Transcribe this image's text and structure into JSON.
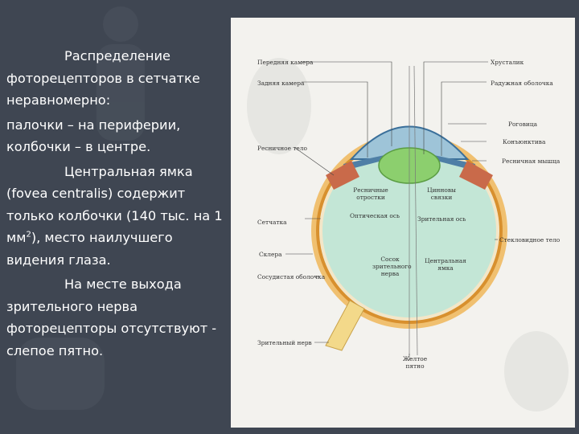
{
  "text": {
    "p1_indent": "Распределение",
    "p1_rest": "фоторецепторов в сетчатке неравномерно:",
    "p2": "палочки – на периферии, колбочки – в центре.",
    "p3_indent": "Центральная ямка",
    "p3_a": "(fovea centralis) содержит только колбочки (140 тыс. на 1 мм",
    "p3_sup": "2",
    "p3_b": "), место наилучшего видения глаза.",
    "p4_indent": "На месте выхода",
    "p4_rest": "зрительного нерва фоторецепторы отсутствуют - слепое пятно."
  },
  "figure": {
    "labels": {
      "anterior_chamber": "Передняя камера",
      "posterior_chamber": "Задняя камера",
      "lens": "Хрусталик",
      "iris": "Радужная оболочка",
      "cornea": "Роговица",
      "conjunctiva": "Конъюнктива",
      "ciliary_body": "Ресничное тело",
      "ciliary_muscle": "Ресничная мышца",
      "ciliary_processes": "Ресничные отростки",
      "zonule": "Цинновы связки",
      "optical_axis": "Оптическая ось",
      "visual_axis": "Зрительная ось",
      "retina": "Сетчатка",
      "vitreous": "Стекловидное тело",
      "sclera": "Склера",
      "choroid": "Сосудистая оболочка",
      "nerve_head": "Сосок зрительного нерва",
      "fovea": "Центральная ямка",
      "optic_nerve": "Зрительный нерв",
      "macula": "Желтое пятно"
    }
  },
  "colors": {
    "background": "#3f4652",
    "vitreous": "#c3e6d6",
    "lens": "#8ccf6e",
    "sclera": "#f0c070",
    "choroid": "#d8902e"
  }
}
